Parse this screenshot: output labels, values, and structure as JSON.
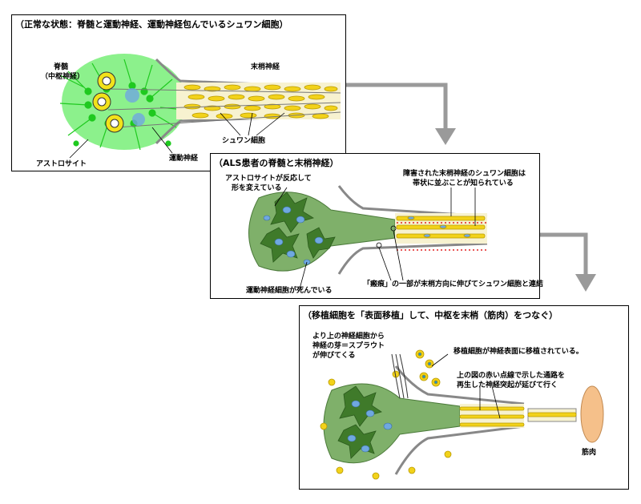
{
  "panel1": {
    "title": "（正常な状態：脊髄と運動神経、運動神経包んでいるシュワン細胞）",
    "labels": {
      "spinal_cord": "脊髄",
      "cns": "（中枢神経）",
      "peripheral": "末梢神経",
      "astrocyte": "アストロサイト",
      "motor_nerve": "運動神経",
      "schwann": "シュワン細胞"
    }
  },
  "panel2": {
    "title": "（ALS患者の脊髄と末梢神経）",
    "labels": {
      "astro_react_1": "アストロサイトが反応して",
      "astro_react_2": "形を変えている",
      "damaged_1": "障害された末梢神経のシュワン細胞は",
      "damaged_2": "帯状に並ぶことが知られている",
      "motor_dying": "運動神経細胞が死んでいる",
      "scar": "「瘢痕」の一部が末梢方向に伸びてシュワン細胞と連結"
    }
  },
  "panel3": {
    "title": "（移植細胞を「表面移植」して、中枢を末梢（筋肉）をつなぐ）",
    "labels": {
      "sprout_1": "より上の神経細胞から",
      "sprout_2": "神経の芽＝スプラウト",
      "sprout_3": "が伸びてくる",
      "transplant": "移植細胞が神経表面に移植されている。",
      "regen_1": "上の図の赤い点線で示した通路を",
      "regen_2": "再生した神経突起が延びて行く",
      "muscle": "筋肉"
    }
  },
  "colors": {
    "astrocyte_bright": "#2ee62e",
    "astrocyte_dark": "#3f7a2a",
    "tissue": "#7fb06a",
    "schwann_yellow": "#f2d21a",
    "nucleus_blue": "#6fa8e0",
    "muscle": "#f5c08a",
    "arrow_gray": "#9a9a9a",
    "red_dots": "#e02020"
  }
}
